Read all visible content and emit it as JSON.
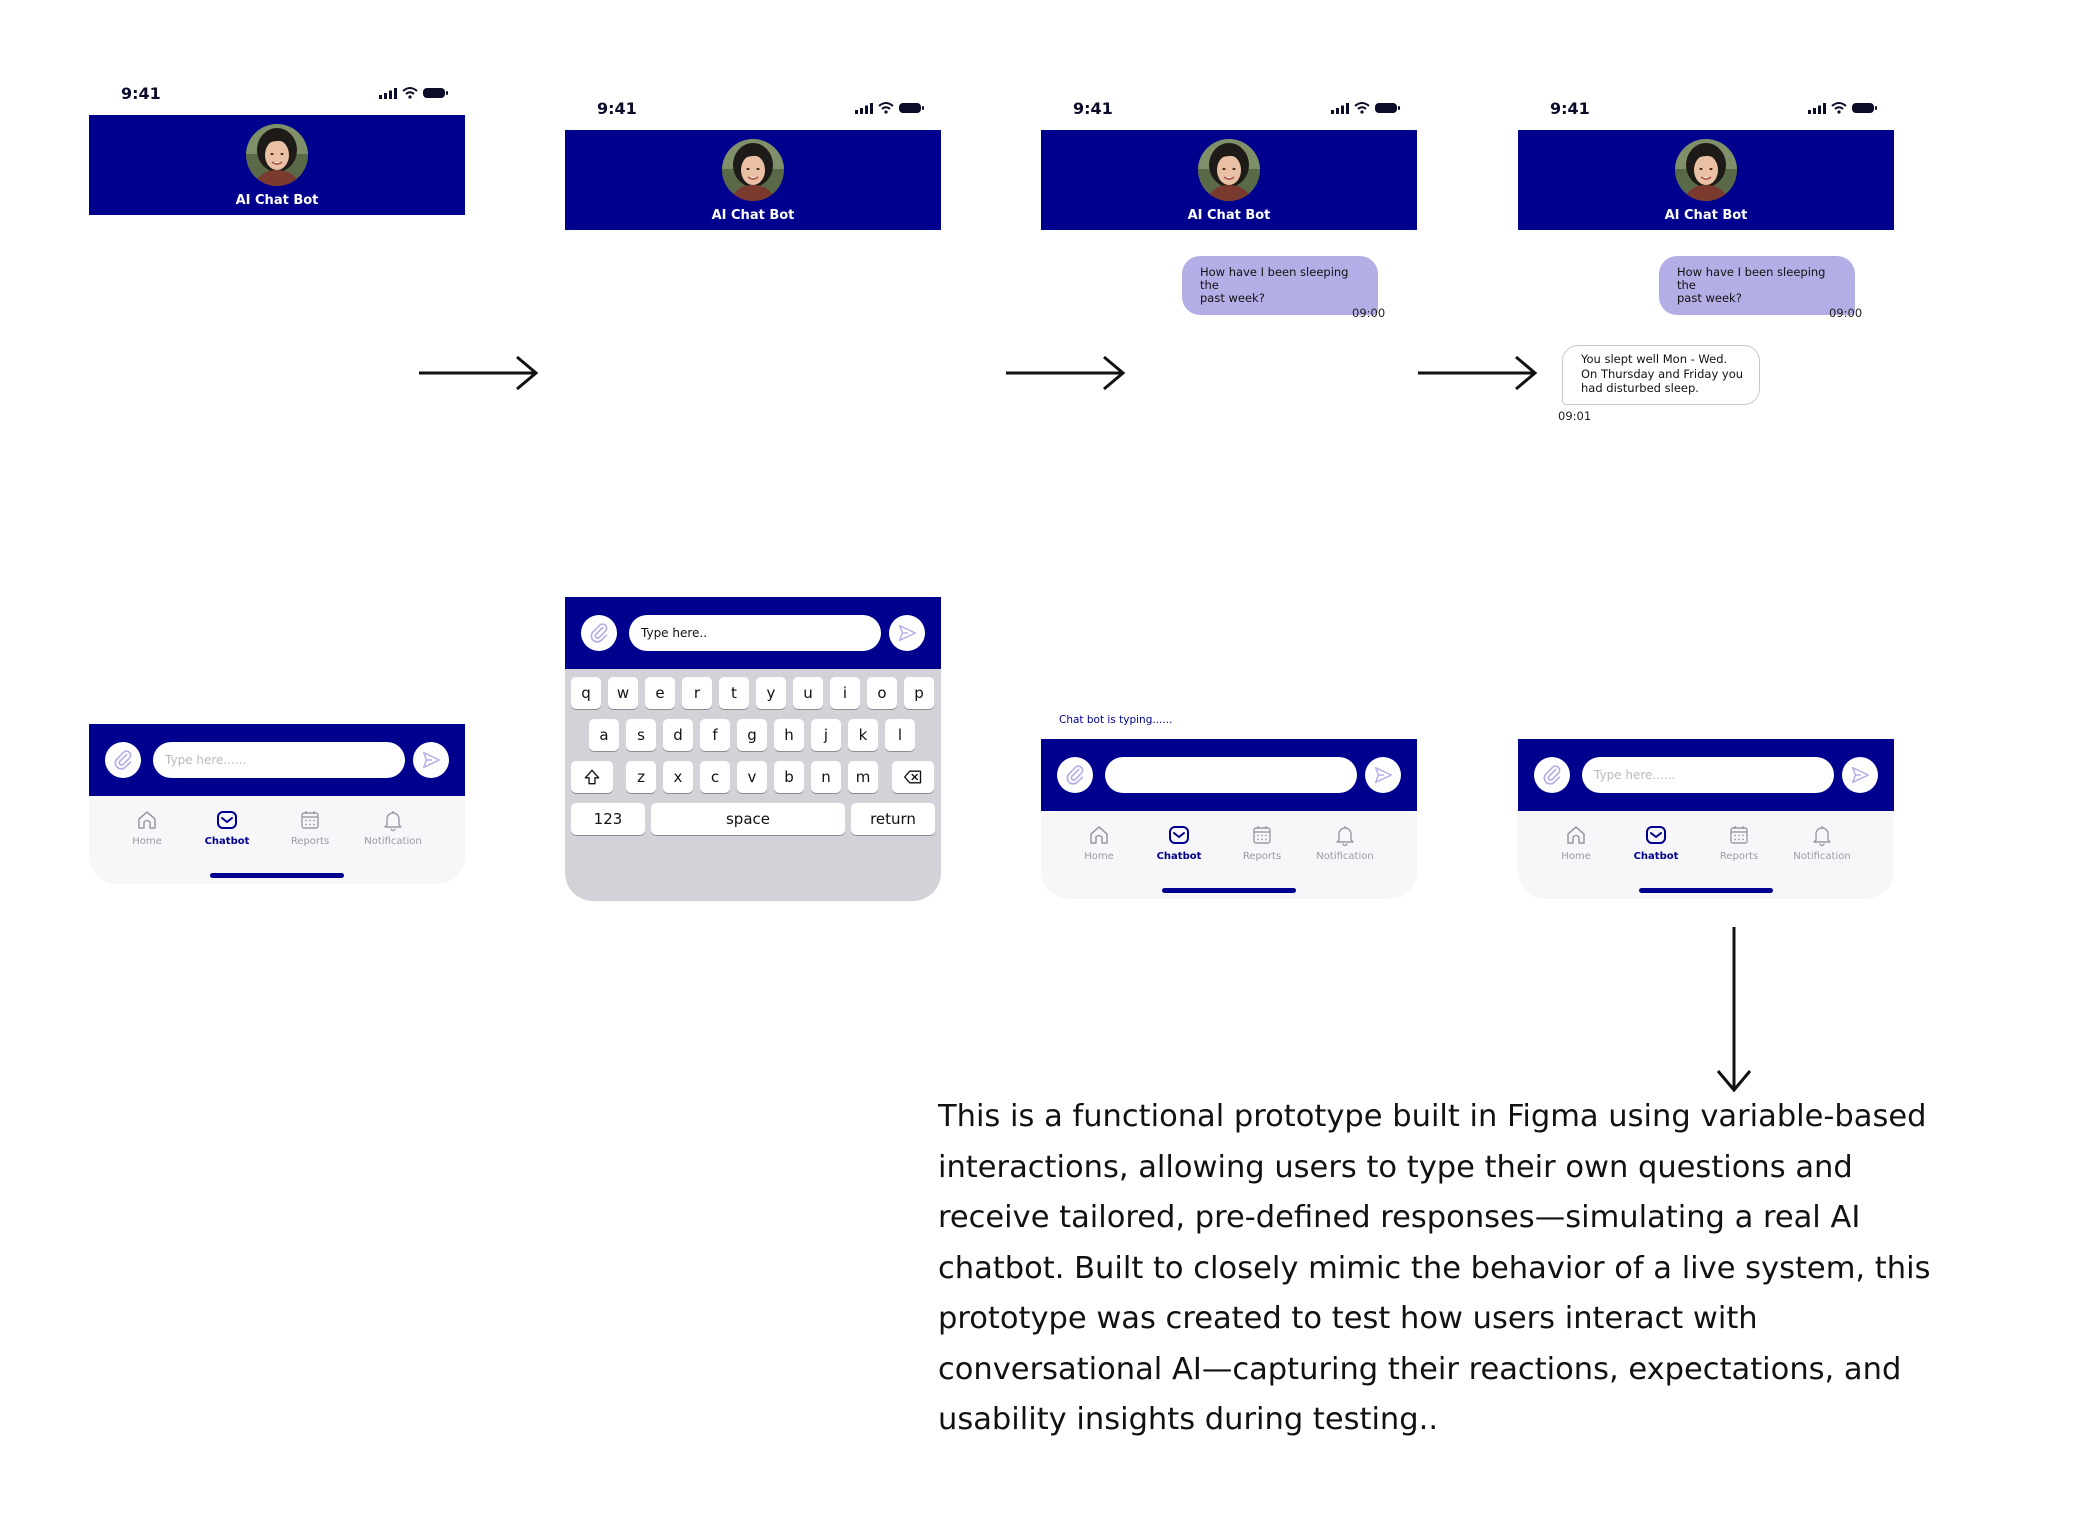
{
  "status_bar": {
    "time": "9:41"
  },
  "header": {
    "title": "AI Chat Bot"
  },
  "conversation": {
    "user_message_line1": "How have I been sleeping the",
    "user_message_line2": "past week?",
    "user_time": "09:00",
    "bot_message_line1": "You slept well Mon - Wed.",
    "bot_message_line2": "On Thursday and Friday you",
    "bot_message_line3": "had disturbed sleep.",
    "bot_time": "09:01",
    "typing_indicator": "Chat bot is typing......"
  },
  "composer": {
    "placeholder": "Type here......",
    "typed_placeholder": "Type here.."
  },
  "tabbar": {
    "tabs": [
      {
        "label": "Home",
        "icon": "home-icon",
        "active": false
      },
      {
        "label": "Chatbot",
        "icon": "chat-icon",
        "active": true
      },
      {
        "label": "Reports",
        "icon": "calendar-icon",
        "active": false
      },
      {
        "label": "Notification",
        "icon": "bell-icon",
        "active": false
      }
    ]
  },
  "keyboard": {
    "row1": [
      "q",
      "w",
      "e",
      "r",
      "t",
      "y",
      "u",
      "i",
      "o",
      "p"
    ],
    "row2": [
      "a",
      "s",
      "d",
      "f",
      "g",
      "h",
      "j",
      "k",
      "l"
    ],
    "row3": [
      "z",
      "x",
      "c",
      "v",
      "b",
      "n",
      "m"
    ],
    "numbers_key": "123",
    "space_key": "space",
    "return_key": "return"
  },
  "description": {
    "lines": [
      "This is a functional prototype built in Figma using variable-based",
      "interactions, allowing users to type their own questions and",
      "receive tailored, pre-defined responses—simulating a real AI",
      "chatbot. Built to closely mimic the behavior of a live system, this",
      "prototype was created to test how users interact with",
      "conversational AI—capturing their reactions, expectations, and",
      "usability insights during testing.."
    ]
  },
  "colors": {
    "brand_navy": "#00008f",
    "user_bubble": "#b3aee6",
    "inactive_tab": "#9a9aa6",
    "keyboard_bg": "#d1d3d9"
  }
}
